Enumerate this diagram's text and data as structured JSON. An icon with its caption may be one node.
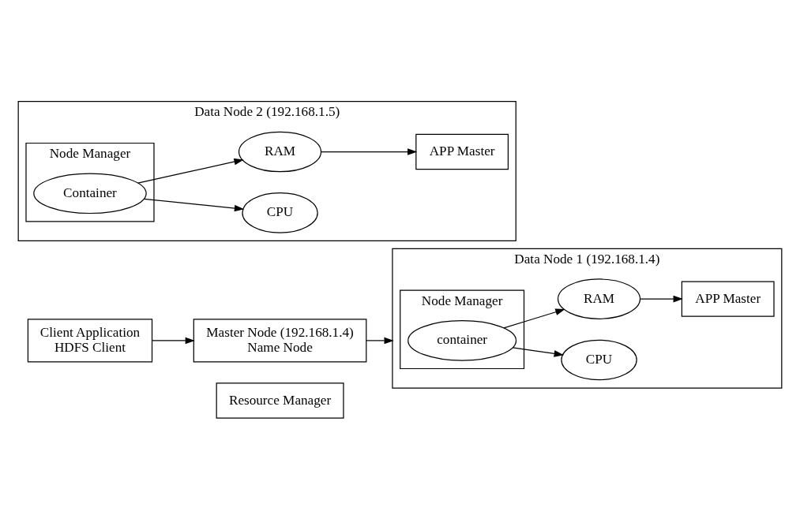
{
  "diagram": {
    "nodes": [
      {
        "text": [
          "Client Application",
          "HDFS Client"
        ]
      },
      {
        "text": [
          "Master Node (192.168.1.4)",
          "Name Node"
        ]
      },
      {
        "text": [
          "Resource Manager"
        ]
      },
      {
        "text": [
          "Data Node 1 (192.168.1.4)"
        ]
      },
      {
        "text": [
          "Node Manager"
        ],
        "in": 3
      },
      {
        "text": [
          "container"
        ],
        "in": 4
      },
      {
        "text": [
          "CPU"
        ],
        "in": 3
      },
      {
        "text": [
          "RAM"
        ],
        "in": 3
      },
      {
        "text": [
          "APP Master"
        ],
        "in": 3
      },
      {
        "text": [
          "Data Node 2 (192.168.1.5)"
        ]
      },
      {
        "text": [
          "Node Manager"
        ],
        "in": 9
      },
      {
        "text": [
          "Container"
        ],
        "in": 10
      },
      {
        "text": [
          "CPU"
        ],
        "in": 9
      },
      {
        "text": [
          "RAM"
        ],
        "in": 9
      },
      {
        "text": [
          "APP Master"
        ],
        "in": 9
      }
    ],
    "edges": [
      {
        "from": 0,
        "to": 1,
        "arrow": "to"
      },
      {
        "from": 1,
        "to": 3,
        "arrow": "to"
      },
      {
        "from": 5,
        "to": 6,
        "arrow": "to"
      },
      {
        "from": 5,
        "to": 7,
        "arrow": "to"
      },
      {
        "from": 7,
        "to": 8,
        "arrow": "to"
      },
      {
        "from": 11,
        "to": 12,
        "arrow": "to"
      },
      {
        "from": 11,
        "to": 13,
        "arrow": "to"
      },
      {
        "from": 13,
        "to": 14,
        "arrow": "to"
      }
    ]
  }
}
